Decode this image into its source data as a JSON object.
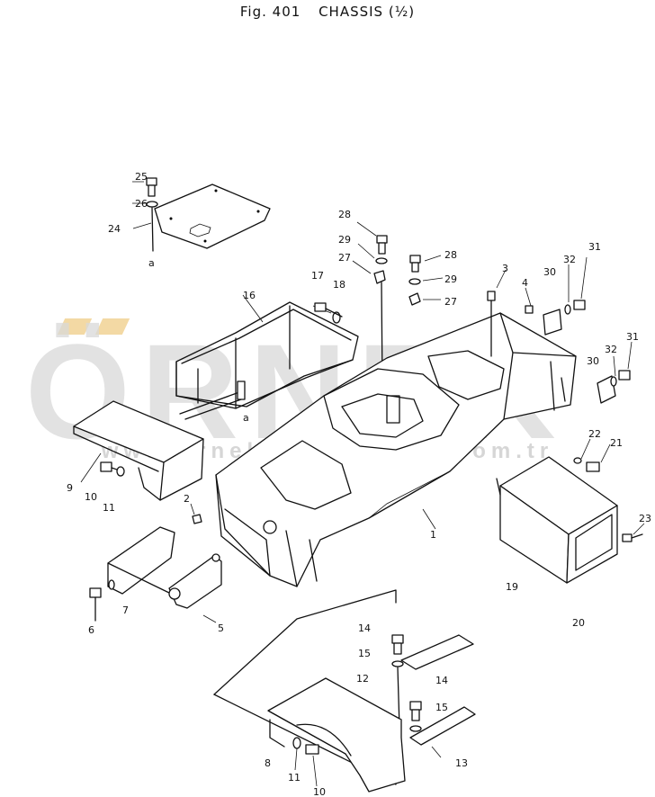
{
  "header": {
    "figure": "Fig. 401",
    "title": "CHASSIS (½)"
  },
  "watermark": {
    "text": "ÖRNEK",
    "url": "www.orneksmanuallari.com.tr",
    "accent_color": "#f2d59a"
  },
  "callouts": {
    "c25": "25",
    "c26": "26",
    "c24": "24",
    "ca1": "a",
    "c28a": "28",
    "c29a": "29",
    "c27a": "27",
    "c28b": "28",
    "c29b": "29",
    "c27b": "27",
    "c17": "17",
    "c18": "18",
    "c16": "16",
    "c3": "3",
    "c4": "4",
    "c30a": "30",
    "c32a": "32",
    "c31a": "31",
    "c30b": "30",
    "c32b": "32",
    "c31b": "31",
    "c22": "22",
    "c21": "21",
    "ca2": "a",
    "c9": "9",
    "c10a": "10",
    "c11a": "11",
    "c2": "2",
    "c1": "1",
    "c23": "23",
    "c19": "19",
    "c20": "20",
    "c6": "6",
    "c7": "7",
    "c5": "5",
    "c14a": "14",
    "c15a": "15",
    "c12": "12",
    "c14b": "14",
    "c15b": "15",
    "c13": "13",
    "c8": "8",
    "c11b": "11",
    "c10b": "10"
  }
}
